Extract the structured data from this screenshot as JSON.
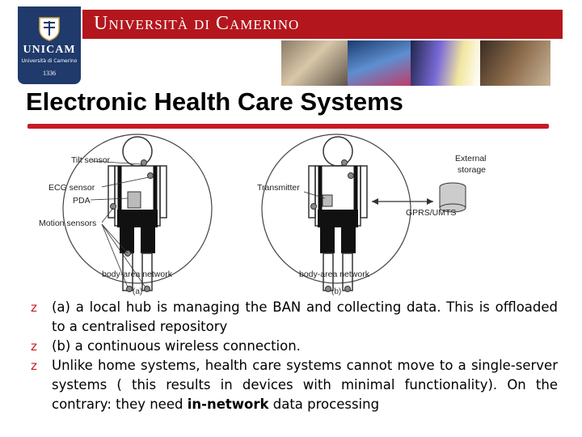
{
  "header": {
    "logo": {
      "name": "UNICAM",
      "subtitle": "Università di Camerino",
      "year": "1336"
    },
    "banner_title": "Università di Camerino",
    "colors": {
      "banner": "#b3171d",
      "logo_bg": "#1f3a6b",
      "accent": "#c81b24"
    }
  },
  "slide": {
    "title": "Electronic Health Care Systems"
  },
  "figure": {
    "labels_a": {
      "tilt": "Tilt sensor",
      "ecg": "ECG sensor",
      "pda": "PDA",
      "motion": "Motion sensors",
      "ban": "body-area network",
      "caption": "(a)"
    },
    "labels_b": {
      "transmitter": "Transmitter",
      "external": "External",
      "storage": "storage",
      "gprs": "GPRS/UMTS",
      "ban": "body-area network",
      "caption": "(b)"
    }
  },
  "bullets": {
    "marker": "z",
    "items": [
      "(a) a local hub is managing the BAN and collecting data. This is offloaded to a centralised repository",
      "(b) a continuous wireless connection.",
      {
        "before": "Unlike home systems, health care systems cannot move to a single-server systems ( this results in devices with minimal functionality). On the contrary: they need ",
        "strong": "in-network",
        "after": " data processing"
      }
    ]
  }
}
